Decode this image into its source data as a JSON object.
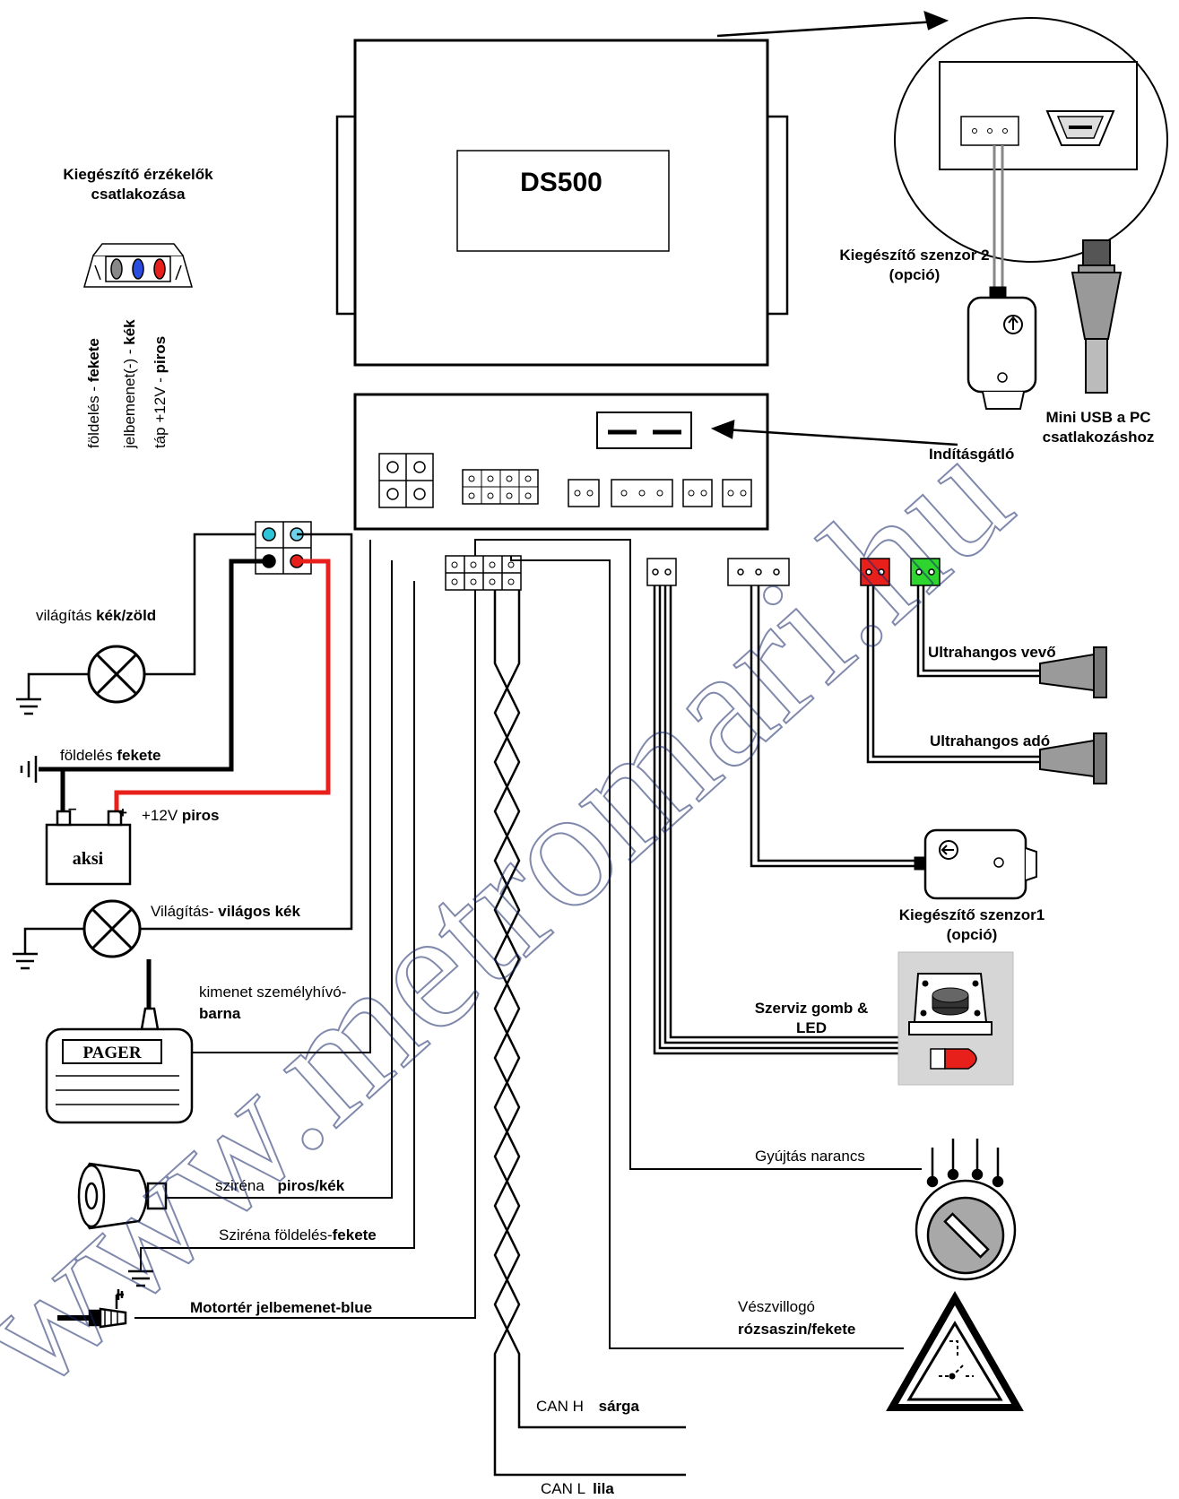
{
  "unit": {
    "title": "DS500"
  },
  "watermark": "www.metromari.hu",
  "labels": {
    "aux_sensor_title_1": "Kiegészítő érzékelők",
    "aux_sensor_title_2": "csatlakozása",
    "pin_ground_a": "földelés - ",
    "pin_ground_b": "fekete",
    "pin_signal_a": "jelbemenet(-) - ",
    "pin_signal_b": "kék",
    "pin_power_a": "táp +12V - ",
    "pin_power_b": "piros",
    "lighting_a": "világítás ",
    "lighting_b": "kék/zöld",
    "ground_a": "földelés ",
    "ground_b": "fekete",
    "battery_minus": "–",
    "battery_plus": "+",
    "battery_v": "+12V ",
    "battery_color": "piros",
    "battery": "aksi",
    "lighting2_a": "Világítás- ",
    "lighting2_b": "világos kék",
    "pager_out_a": "kimenet személyhívó-",
    "pager_out_b": "barna",
    "pager": "PAGER",
    "siren_a": "sziréna ",
    "siren_b": "piros/kék",
    "siren_gnd_a": "Sziréna földelés-",
    "siren_gnd_b": "fekete",
    "hood_input": "Motortér jelbemenet-blue",
    "can_h_a": "CAN H ",
    "can_h_b": "sárga",
    "can_l_a": "CAN L ",
    "can_l_b": "lila",
    "aux_sensor2_1": "Kiegészítő szenzor 2",
    "aux_sensor2_2": "(opció)",
    "mini_usb_1": "Mini USB a PC",
    "mini_usb_2": "csatlakozáshoz",
    "immobilizer": "Indításgátló",
    "ultra_rx": "Ultrahangos vevő",
    "ultra_tx": "Ultrahangos  adó",
    "aux_sensor1_1": "Kiegészítő szenzor1",
    "aux_sensor1_2": "(opció)",
    "service_1": "Szerviz gomb &",
    "service_2": "LED",
    "ignition": "Gyújtás narancs",
    "hazard_1": "Vészvillogó",
    "hazard_2": "rózsaszin/fekete"
  },
  "colors": {
    "red": "#e8201c",
    "blue": "#2a4de0",
    "green": "#2ed52e",
    "light_blue": "#6ed3e8",
    "panel_gray": "#d6d6d6",
    "watermark": "#1a2a6a"
  }
}
